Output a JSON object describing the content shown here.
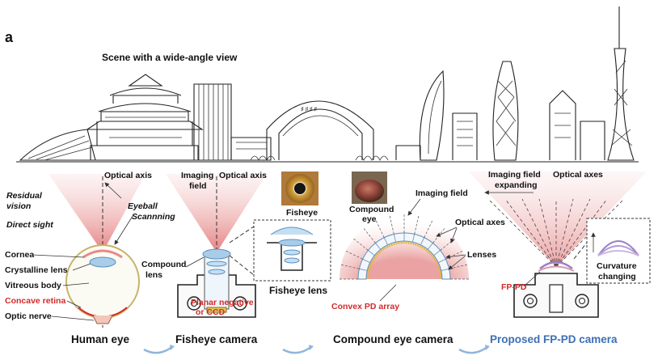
{
  "panel_label": "a",
  "scene_title": "Scene with a wide-angle view",
  "human_eye": {
    "optical_axis": "Optical axis",
    "residual_vision": "Residual\nvision",
    "direct_sight": "Direct sight",
    "eyeball_scanning": "Eyeball\nScannning",
    "cornea": "Cornea",
    "crystalline_lens": "Crystalline lens",
    "vitreous_body": "Vitreous body",
    "concave_retina": "Concave retina",
    "optic_nerve": "Optic nerve",
    "caption": "Human eye"
  },
  "fisheye_camera": {
    "imaging_field": "Imaging\nfield",
    "optical_axis": "Optical axis",
    "fisheye_photo_label": "Fisheye",
    "compound_lens": "Compound\nlens",
    "fisheye_lens": "Fisheye lens",
    "planar_negative": "Planar negative\nor CCD",
    "caption": "Fisheye  camera"
  },
  "compound_eye_camera": {
    "compound_eye_photo_label": "Compound\neye",
    "imaging_field": "Imaging field",
    "optical_axes": "Optical axes",
    "lenses": "Lenses",
    "convex_pd_array": "Convex PD array",
    "caption": "Compound eye camera"
  },
  "fp_pd_camera": {
    "imaging_field_expanding": "Imaging field\nexpanding",
    "optical_axes": "Optical axes",
    "curvature_changing": "Curvature\nchanging",
    "fp_pd": "FP-PD",
    "caption": "Proposed FP-PD camera"
  },
  "colors": {
    "red_label": "#d42a2a",
    "blue_caption": "#3d6fb4",
    "field_pink": "#e8a3a3",
    "lens_blue": "#a9cde8",
    "membrane_purple": "#9c7fc4",
    "arrow_blue": "#8fb6dc"
  }
}
